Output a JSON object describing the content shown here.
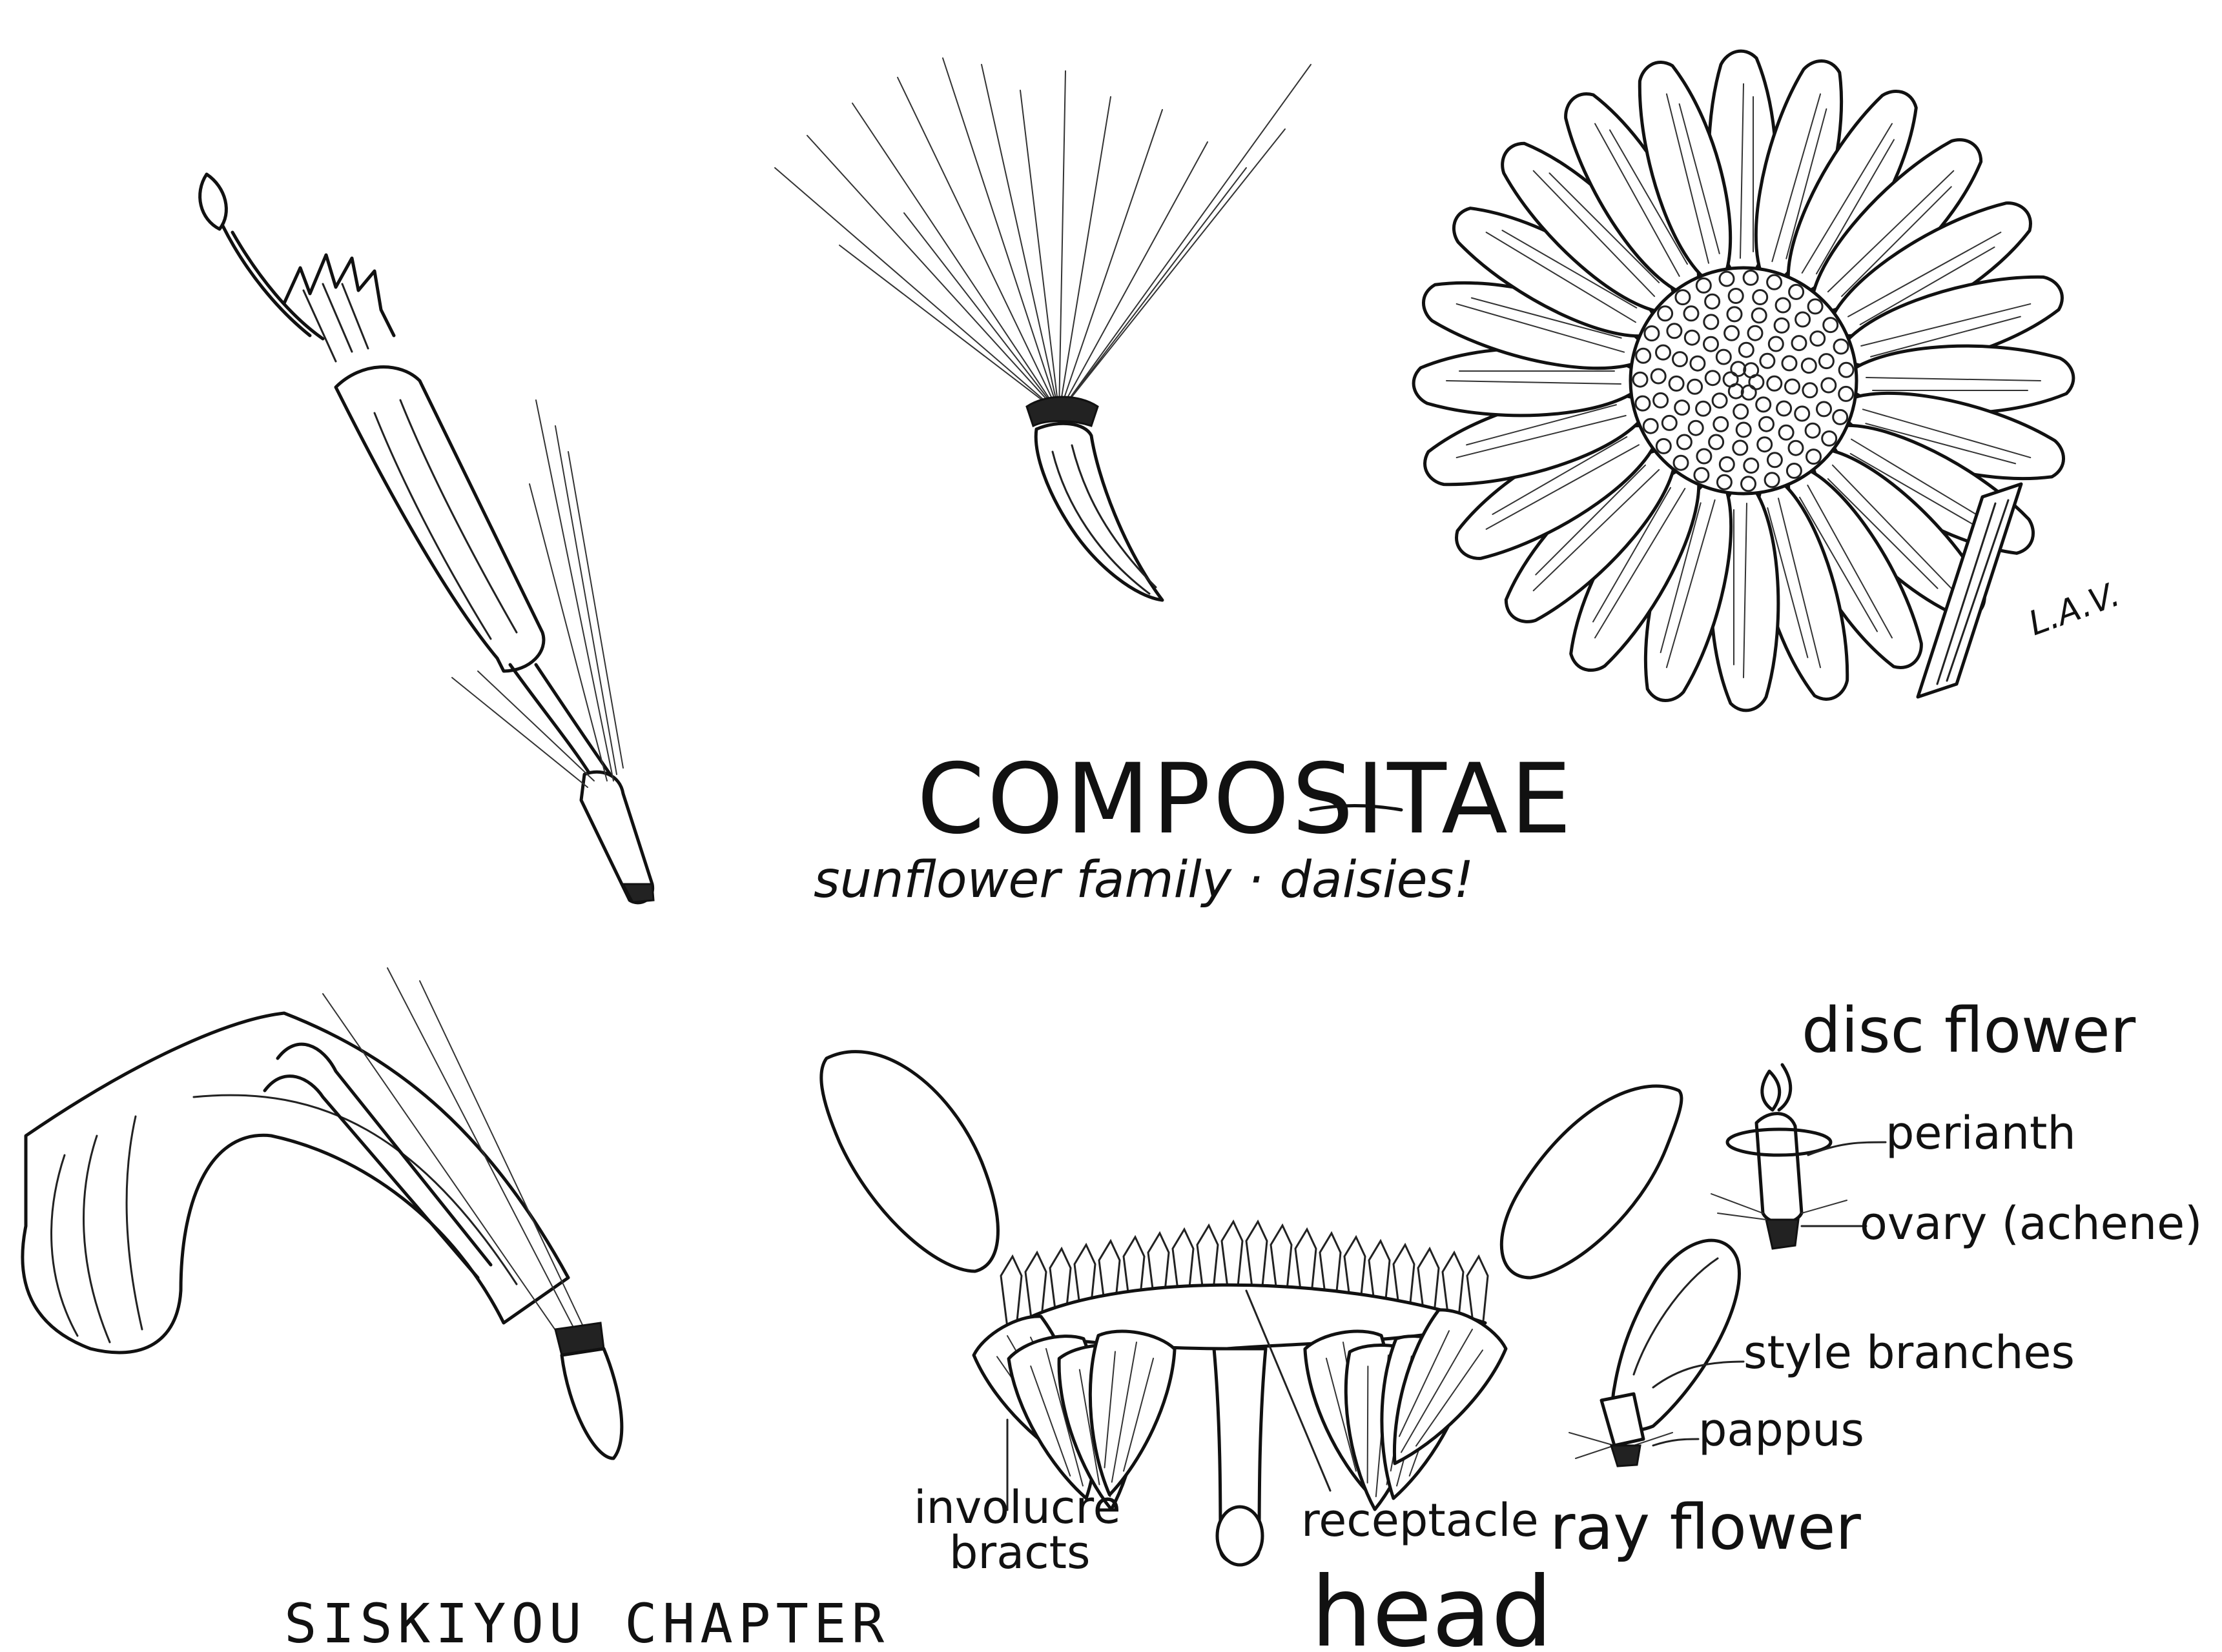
{
  "title": "COMPOSITAE",
  "subtitle": "sunflower family · daisies!",
  "signature": "L.A.V.",
  "labels": {
    "disc_flower": "disc flower",
    "perianth": "perianth",
    "ovary": "ovary (achene)",
    "style_branches": "style branches",
    "pappus": "pappus",
    "ray_flower": "ray flower",
    "involucre_line1": "involucre",
    "involucre_line2": "bracts",
    "receptacle": "receptacle",
    "head": "head"
  },
  "footer": "SISKIYOU CHAPTER"
}
